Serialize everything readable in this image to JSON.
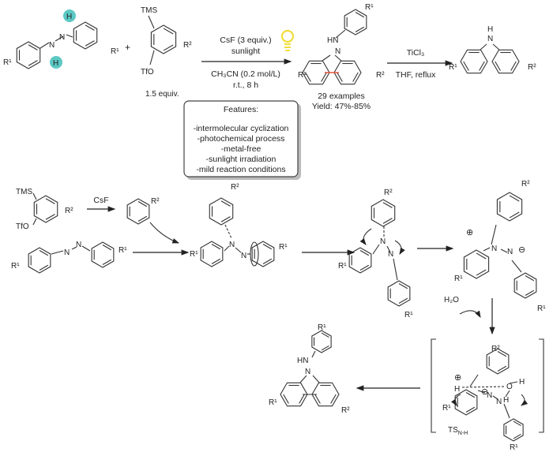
{
  "colors": {
    "highlight_h": "#5cc8c4",
    "new_bond": "#e8553d",
    "bulb": "#f2dd3a",
    "box_border": "#444444"
  },
  "top": {
    "reactant1": {
      "h1": "H",
      "h2": "H",
      "r_left": "R¹",
      "r_right": "R¹"
    },
    "plus": "+",
    "reactant2": {
      "tms": "TMS",
      "tfo": "TfO",
      "r": "R²",
      "equiv": "1.5 equiv."
    },
    "step1": {
      "reagent": "CsF (3 equiv.)",
      "light": "sunlight",
      "solvent": "CH₃CN (0.2 mol/L)",
      "time": "r.t., 8 h",
      "icon": "lightbulb-icon"
    },
    "product1": {
      "nh": "HN",
      "n": "N",
      "r1_aryl": "R¹",
      "r1": "R¹",
      "r2": "R²",
      "examples": "29 examples",
      "yield": "Yield: 47%-85%"
    },
    "step2": {
      "reagent": "TiCl₃",
      "conditions": "THF, reflux"
    },
    "product2": {
      "h": "H",
      "n": "N",
      "r1": "R¹",
      "r2": "R²"
    },
    "features": {
      "title": "Features:",
      "items": [
        "-intermolecular cyclization",
        "-photochemical process",
        "-metal-free",
        "-sunlight irradiation",
        "-mild reaction conditions"
      ]
    }
  },
  "mechanism": {
    "precursor": {
      "tms": "TMS",
      "tfo": "TfO",
      "r": "R²"
    },
    "csf": "CsF",
    "aryne": {
      "r": "R²"
    },
    "azo": {
      "r_left": "R¹",
      "r_right": "R¹",
      "n1": "N",
      "n2": "N"
    },
    "int1": {
      "r2": "R²",
      "r1_left": "R¹",
      "r1_right": "R¹",
      "n1": "N",
      "n2": "N"
    },
    "int2": {
      "r2": "R²",
      "r1_left": "R¹",
      "r1_bottom": "R¹",
      "n1": "N",
      "n2": "N"
    },
    "int3": {
      "r2": "R²",
      "r1_left": "R¹",
      "r1_bottom": "R¹",
      "plus": "⊕",
      "minus": "⊖",
      "n1": "N",
      "n2": "N"
    },
    "water": "H₂O",
    "ts": {
      "r2": "R²",
      "r1_left": "R¹",
      "r1_bottom": "R¹",
      "plus": "⊕",
      "minus": "⊖",
      "h1": "H",
      "o": "O",
      "h_o": "H",
      "h2": "H",
      "n1": "N",
      "n2": "N",
      "label": "TS",
      "label_sub": "N-H"
    },
    "final": {
      "nh": "HN",
      "n": "N",
      "r1_aryl": "R¹",
      "r1": "R¹",
      "r2": "R²"
    }
  }
}
